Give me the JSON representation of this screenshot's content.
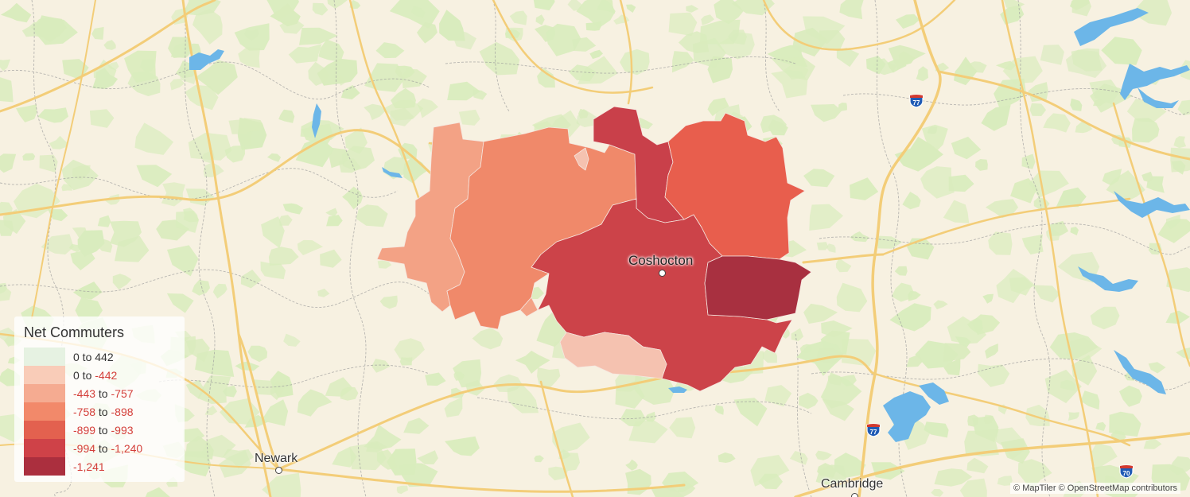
{
  "map": {
    "legend": {
      "title": "Net Commuters",
      "items": [
        {
          "from": "0",
          "sep": " to ",
          "to": "442",
          "color": "#e6f2e2",
          "negative": false
        },
        {
          "from": "0",
          "sep": " to ",
          "to": "-442",
          "color": "#f9ccb8",
          "negative": true
        },
        {
          "from": "-443",
          "sep": " to ",
          "to": "-757",
          "color": "#f5ab91",
          "negative": true
        },
        {
          "from": "-758",
          "sep": " to ",
          "to": "-898",
          "color": "#f2896a",
          "negative": true
        },
        {
          "from": "-899",
          "sep": " to ",
          "to": "-993",
          "color": "#e3614f",
          "negative": true
        },
        {
          "from": "-994",
          "sep": " to ",
          "to": "-1,240",
          "color": "#cf4248",
          "negative": true
        },
        {
          "from": "-1,241",
          "sep": "",
          "to": "",
          "color": "#ab2f3e",
          "negative": true
        }
      ]
    },
    "cities": {
      "coshocton": "Coshocton",
      "newark": "Newark",
      "cambridge": "Cambridge"
    },
    "highways": {
      "i77_north": "77",
      "i77_south": "77",
      "i70": "70"
    },
    "attribution": "© MapTiler © OpenStreetMap contributors",
    "colors": {
      "base": "#f7f1e1",
      "forest": "#d9ecbd",
      "water": "#6cb6e8",
      "road": "#f3cd78",
      "boundary": "#9a9a9a"
    }
  }
}
